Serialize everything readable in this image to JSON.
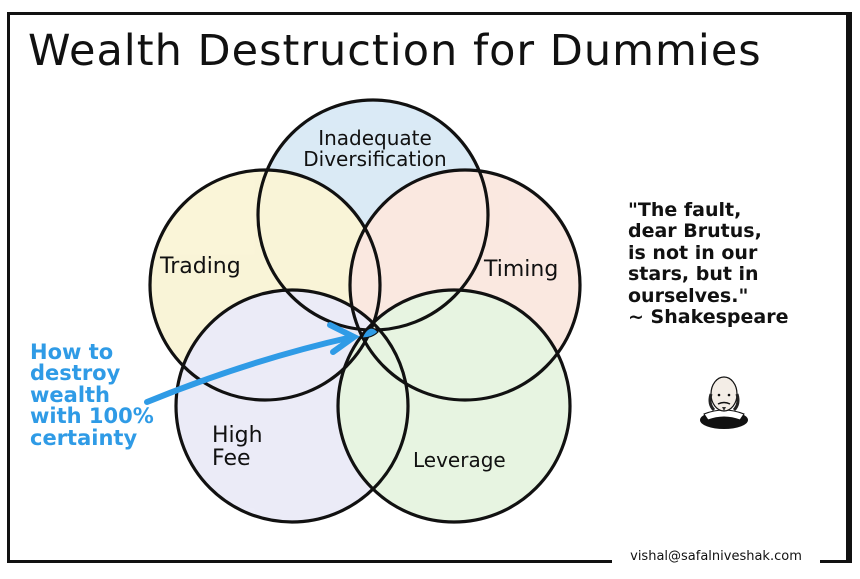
{
  "title": "Wealth Destruction for Dummies",
  "venn": {
    "circles": [
      {
        "label": "Inadequate Diversification",
        "label_lines": [
          "Inadequate",
          "Diversification"
        ],
        "color": "#bcd9ee"
      },
      {
        "label": "Trading",
        "color": "#f5ecb8"
      },
      {
        "label": "Timing",
        "color": "#f6d6c8"
      },
      {
        "label": "High Fee",
        "label_lines": [
          "High",
          "Fee"
        ],
        "color": "#dcdcf2"
      },
      {
        "label": "Leverage",
        "color": "#d4ecc9"
      }
    ],
    "center_highlight_color": "#2f9be6"
  },
  "callout": {
    "lines": [
      "How to",
      "destroy",
      "wealth",
      "with 100%",
      "certainty"
    ],
    "color": "#2f9be6"
  },
  "quote": {
    "lines": [
      "\"The fault,",
      "dear Brutus,",
      "is not in our",
      "stars, but in",
      "ourselves.\""
    ],
    "attribution": "~ Shakespeare"
  },
  "portrait": {
    "icon": "shakespeare-portrait-icon"
  },
  "signature": "vishal@safalniveshak.com"
}
